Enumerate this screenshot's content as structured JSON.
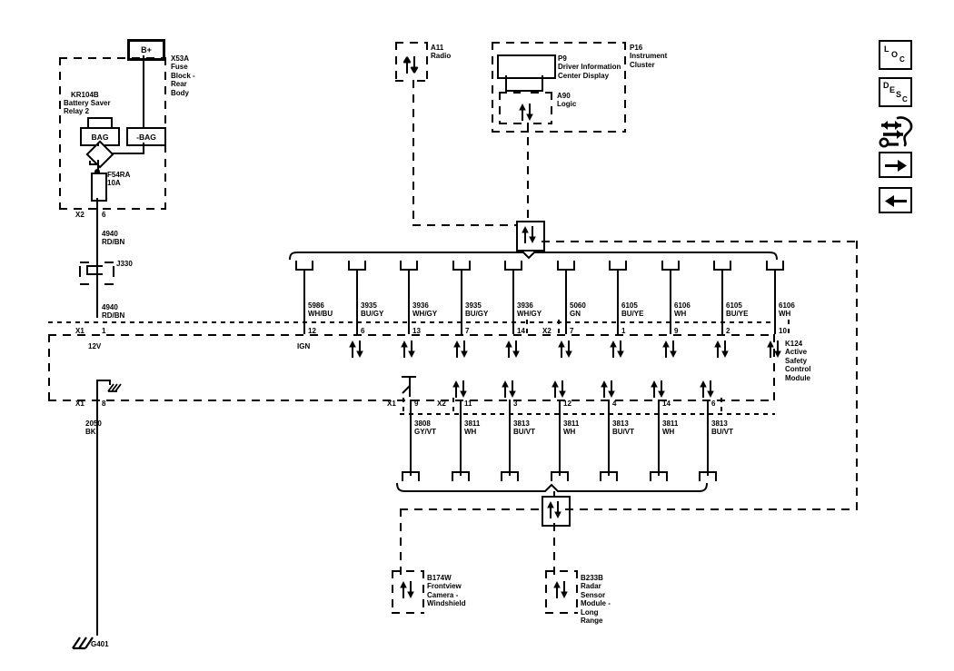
{
  "diagram": {
    "title": "Active Safety Control Module Wiring Diagram",
    "power_source": {
      "label": "B+"
    },
    "modules": [
      {
        "id": "X53A",
        "name": "X53A\nFuse\nBlock -\nRear\nBody",
        "code": "X53A",
        "desc": "Fuse Block - Rear Body"
      },
      {
        "id": "A11",
        "code": "A11",
        "desc": "Radio",
        "label": "A11\nRadio"
      },
      {
        "id": "P16",
        "code": "P16",
        "desc": "Instrument Cluster",
        "label": "P16\nInstrument\nCluster"
      },
      {
        "id": "P9",
        "code": "P9",
        "desc": "Driver Information Center Display",
        "label": "P9\nDriver Information\nCenter Display"
      },
      {
        "id": "A90",
        "code": "A90",
        "desc": "Logic",
        "label": "A90\nLogic"
      },
      {
        "id": "K124",
        "code": "K124",
        "desc": "Active Safety Control Module",
        "label": "K124\nActive\nSafety\nControl\nModule"
      },
      {
        "id": "B174W",
        "code": "B174W",
        "desc": "Frontview Camera - Windshield",
        "label": "B174W\nFrontview\nCamera -\nWindshield"
      },
      {
        "id": "B233B",
        "code": "B233B",
        "desc": "Radar Sensor Module - Long Range",
        "label": "B233B\nRadar\nSensor\nModule -\nLong\nRange"
      }
    ],
    "relay": {
      "code": "KR104B",
      "name": "Battery Saver\nRelay 2",
      "contact_left": "BAG",
      "contact_right": "-BAG"
    },
    "fuse": {
      "code": "F54RA",
      "rating": "10A"
    },
    "splice": {
      "code": "J330"
    },
    "ground": {
      "code": "G401"
    },
    "power_feed": {
      "connector_top": "X2",
      "pin_top": "6",
      "wire_upper_number": "4940",
      "wire_upper_color": "RD/BN",
      "wire_lower_number": "4940",
      "wire_lower_color": "RD/BN",
      "connector_bottom": "X1",
      "pin_bottom": "1",
      "voltage": "12V"
    },
    "ground_feed": {
      "connector": "X1",
      "pin": "8",
      "wire_number": "2050",
      "wire_color": "BK"
    },
    "top_circuits": [
      {
        "number": "5986",
        "color": "WH/BU",
        "pin": "12",
        "note": "IGN",
        "connector": "",
        "arrows": false
      },
      {
        "number": "3935",
        "color": "BU/GY",
        "pin": "6",
        "note": "",
        "connector": "",
        "arrows": true
      },
      {
        "number": "3936",
        "color": "WH/GY",
        "pin": "13",
        "note": "",
        "connector": "",
        "arrows": true
      },
      {
        "number": "3935",
        "color": "BU/GY",
        "pin": "7",
        "note": "",
        "connector": "",
        "arrows": true
      },
      {
        "number": "3936",
        "color": "WH/GY",
        "pin": "14",
        "note": "",
        "connector": "",
        "arrows": true
      },
      {
        "number": "5060",
        "color": "GN",
        "pin": "7",
        "note": "",
        "connector": "X2",
        "arrows": true
      },
      {
        "number": "6105",
        "color": "BU/YE",
        "pin": "1",
        "note": "",
        "connector": "",
        "arrows": true
      },
      {
        "number": "6106",
        "color": "WH",
        "pin": "9",
        "note": "",
        "connector": "",
        "arrows": true
      },
      {
        "number": "6105",
        "color": "BU/YE",
        "pin": "2",
        "note": "",
        "connector": "",
        "arrows": true
      },
      {
        "number": "6106",
        "color": "WH",
        "pin": "10",
        "note": "",
        "connector": "",
        "arrows": true
      }
    ],
    "bottom_circuits": [
      {
        "number": "3808",
        "color": "GY/VT",
        "pin": "9",
        "connector": "X1",
        "arrows": false,
        "shield": true
      },
      {
        "number": "3811",
        "color": "WH",
        "pin": "11",
        "connector": "X2",
        "arrows": true,
        "shield": false
      },
      {
        "number": "3813",
        "color": "BU/VT",
        "pin": "3",
        "connector": "",
        "arrows": true,
        "shield": false
      },
      {
        "number": "3811",
        "color": "WH",
        "pin": "12",
        "connector": "",
        "arrows": true,
        "shield": false
      },
      {
        "number": "3813",
        "color": "BU/VT",
        "pin": "4",
        "connector": "",
        "arrows": true,
        "shield": false
      },
      {
        "number": "3811",
        "color": "WH",
        "pin": "14",
        "connector": "",
        "arrows": true,
        "shield": false
      },
      {
        "number": "3813",
        "color": "BU/VT",
        "pin": "6",
        "connector": "",
        "arrows": true,
        "shield": false
      }
    ],
    "toolbar": {
      "loc_label": "LOC",
      "desc_label": "DESC",
      "tools_icon": "arrows-wrench-icon",
      "next_label": "➜",
      "prev_label": "➜"
    }
  }
}
